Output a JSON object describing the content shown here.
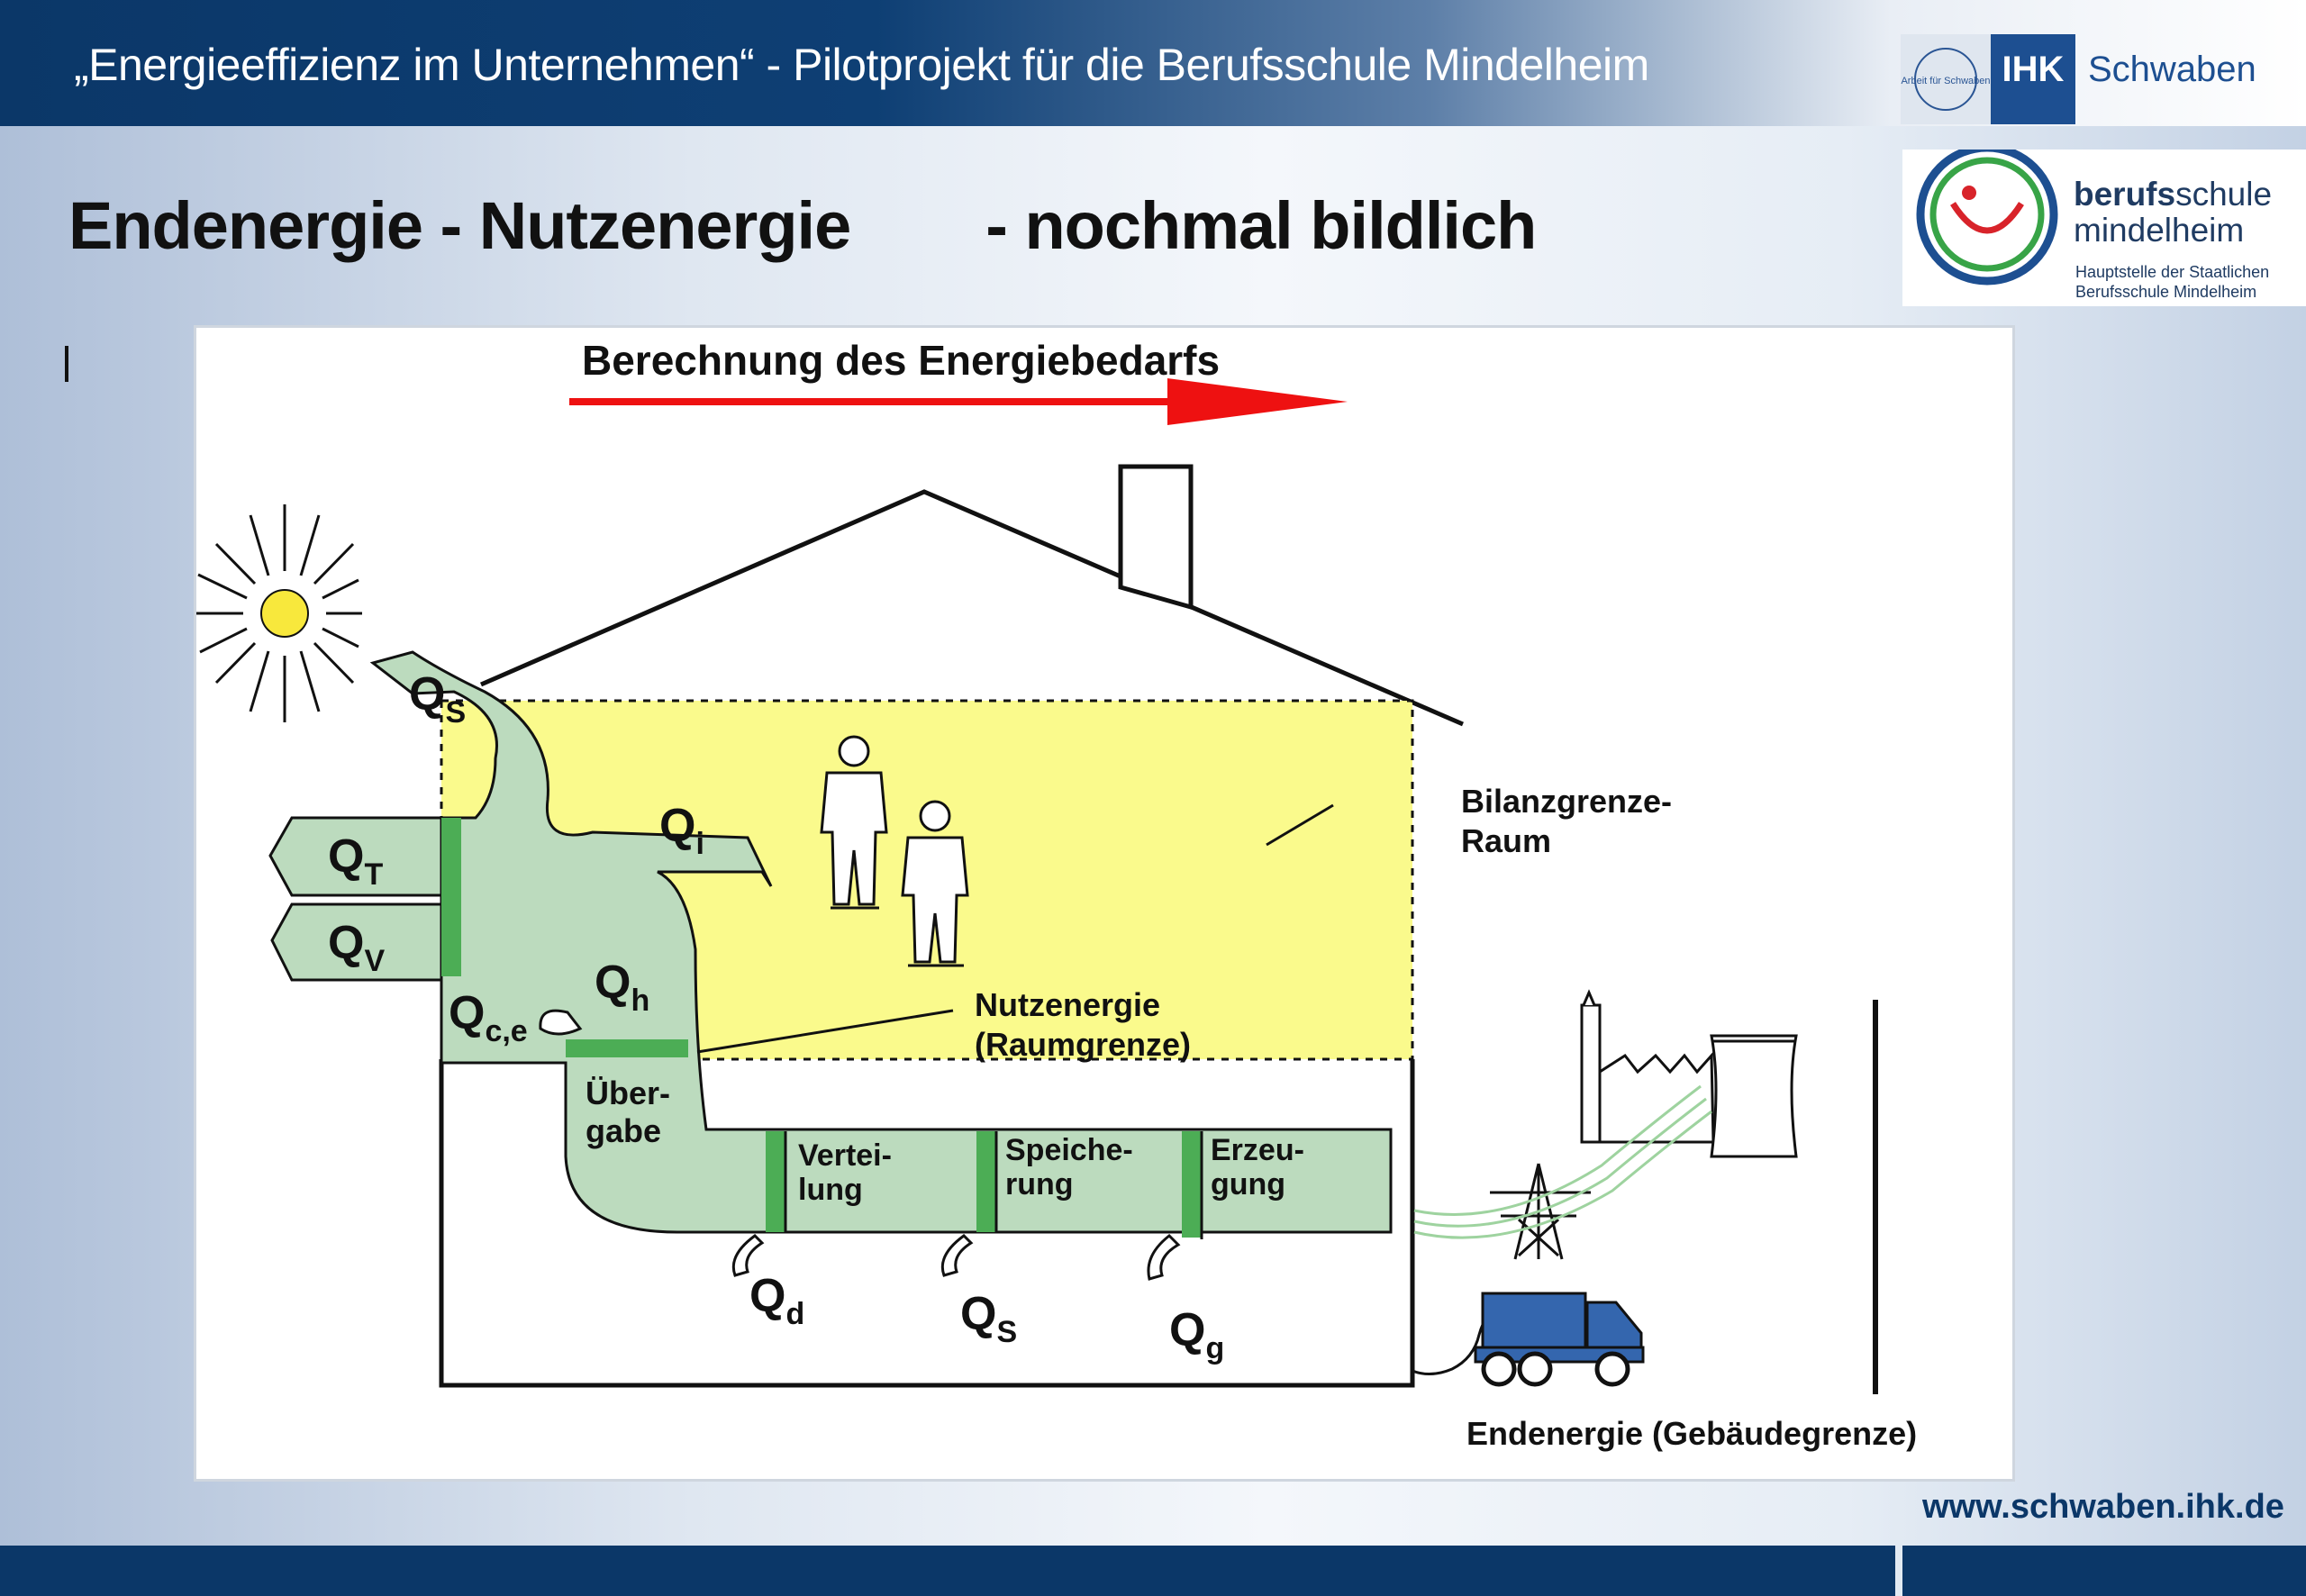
{
  "header": {
    "title": "„Energieeffizienz im Unternehmen“ - Pilotprojekt für die Berufsschule Mindelheim",
    "ihk_logo": {
      "brand": "IHK",
      "name": "Schwaben",
      "seal_text": "Arbeit für Schwaben"
    }
  },
  "school_logo": {
    "name_bold": "berufs",
    "name_rest": "schule",
    "name_line2": "mindelheim",
    "sub_line1": "Hauptstelle der Staatlichen",
    "sub_line2": "Berufsschule Mindelheim"
  },
  "slide": {
    "title_part1": "Endenergie - Nutzenergie",
    "title_part2": "- nochmal bildlich",
    "cursor_mark": "|"
  },
  "diagram": {
    "arrow_label": "Berechnung des Energiebedarfs",
    "labels": {
      "qs_top": {
        "main": "Q",
        "sub": "S"
      },
      "qt": {
        "main": "Q",
        "sub": "T"
      },
      "qv": {
        "main": "Q",
        "sub": "V"
      },
      "qi": {
        "main": "Q",
        "sub": "i"
      },
      "qh": {
        "main": "Q",
        "sub": "h"
      },
      "qce": {
        "main": "Q",
        "sub": "c,e"
      },
      "qd": {
        "main": "Q",
        "sub": "d"
      },
      "qs_bottom": {
        "main": "Q",
        "sub": "S"
      },
      "qg": {
        "main": "Q",
        "sub": "g"
      }
    },
    "stages": {
      "uebergabe": [
        "Über-",
        "gabe"
      ],
      "verteilung": [
        "Vertei-",
        "lung"
      ],
      "speicherung": [
        "Speiche-",
        "rung"
      ],
      "erzeugung": [
        "Erzeu-",
        "gung"
      ]
    },
    "bilanzgrenze": [
      "Bilanzgrenze-",
      "Raum"
    ],
    "nutzenergie": [
      "Nutzenergie",
      "(Raumgrenze)"
    ],
    "endenergie": "Endenergie (Gebäudegrenze)",
    "colors": {
      "room_fill": "#fafa8c",
      "flow_fill": "#bcdbbe",
      "green_band": "#4cad55",
      "arrow_red": "#ee1111",
      "truck_blue": "#3466ae",
      "sun_yellow": "#f8e83c"
    }
  },
  "footer": {
    "url": "www.schwaben.ihk.de"
  }
}
